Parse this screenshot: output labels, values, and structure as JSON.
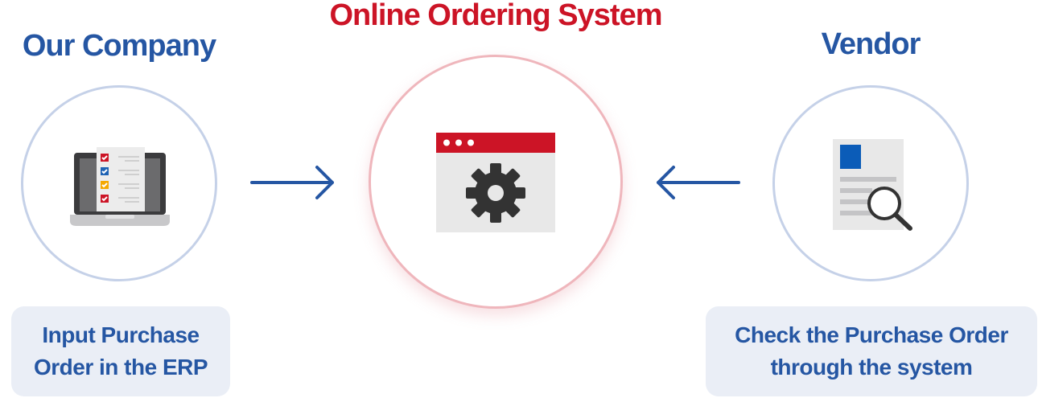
{
  "left": {
    "title": "Our Company",
    "label_lines": [
      "Input Purchase",
      "Order in the ERP"
    ]
  },
  "center": {
    "title": "Online Ordering System"
  },
  "right": {
    "title": "Vendor",
    "label_lines": [
      "Check the Purchase Order",
      "through the system"
    ]
  },
  "colors": {
    "blue": "#2556a3",
    "red": "#cc1426",
    "circle_border": "#c5d1e8",
    "center_border": "#efb6bc"
  }
}
